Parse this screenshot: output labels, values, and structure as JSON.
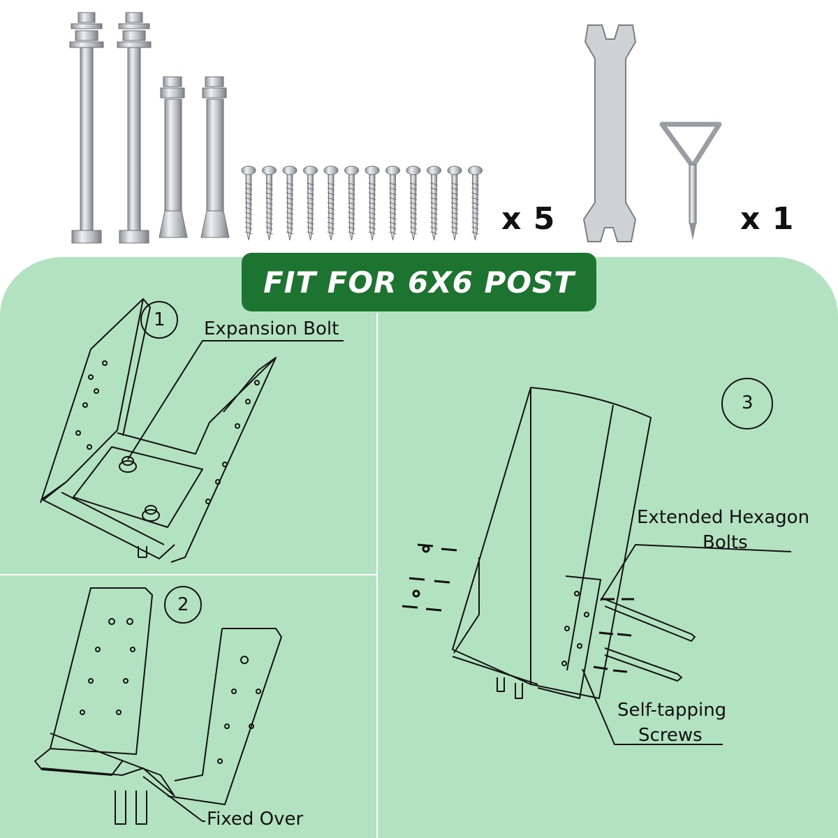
{
  "hardware": {
    "screws_multiplier": "x 5",
    "tools_multiplier": "x 1"
  },
  "banner": {
    "title": "FIT FOR 6X6 POST"
  },
  "steps": [
    {
      "number": "1",
      "label": "Expansion Bolt"
    },
    {
      "number": "2",
      "label": "Fixed Over"
    },
    {
      "number": "3",
      "labels": [
        "Extended Hexagon",
        "Bolts",
        "Self-tapping",
        "Screws"
      ]
    }
  ],
  "colors": {
    "panel": "#b3e2c1",
    "banner": "#1d7430",
    "steel": "#c9cccf"
  }
}
